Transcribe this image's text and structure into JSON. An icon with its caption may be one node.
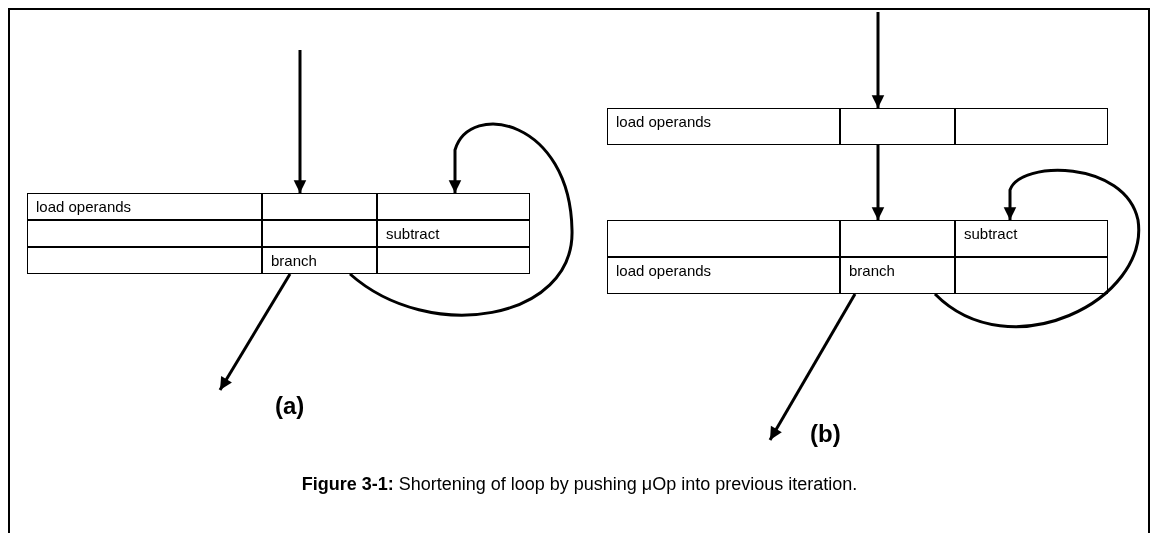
{
  "diagram": {
    "caption": "**Figure 3-1:** Shortening of loop by pushing μOp into previous iteration.",
    "nodes": [
      {
        "text": [
          "load operands"
        ]
      },
      {
        "text": [],
        "shape": "box"
      },
      {
        "text": [],
        "shape": "box"
      },
      {
        "text": [],
        "shape": "box"
      },
      {
        "text": [],
        "shape": "box"
      },
      {
        "text": [
          "subtract"
        ]
      },
      {
        "text": [],
        "shape": "box"
      },
      {
        "text": [
          "branch"
        ]
      },
      {
        "text": [],
        "shape": "box"
      },
      {
        "text": [
          "load operands"
        ]
      },
      {
        "text": [],
        "shape": "box"
      },
      {
        "text": [],
        "shape": "box"
      },
      {
        "text": [],
        "shape": "box"
      },
      {
        "text": [],
        "shape": "box"
      },
      {
        "text": [
          "subtract"
        ]
      },
      {
        "text": [
          "load operands"
        ]
      },
      {
        "text": [
          "branch"
        ]
      },
      {
        "text": [],
        "shape": "box"
      }
    ],
    "edges": [
      {
        "from": null,
        "to": 1,
        "arrow": "to"
      },
      {
        "from": 7,
        "to": 2,
        "arrow": "to"
      },
      {
        "from": 7,
        "to": null,
        "arrow": "to"
      },
      {
        "from": null,
        "to": 10,
        "arrow": "to"
      },
      {
        "from": 10,
        "to": 13,
        "arrow": "to"
      },
      {
        "from": 16,
        "to": 14,
        "arrow": "to"
      },
      {
        "from": 16,
        "to": null,
        "arrow": "to"
      }
    ],
    "labels": [
      "(a)",
      "(b)"
    ]
  }
}
